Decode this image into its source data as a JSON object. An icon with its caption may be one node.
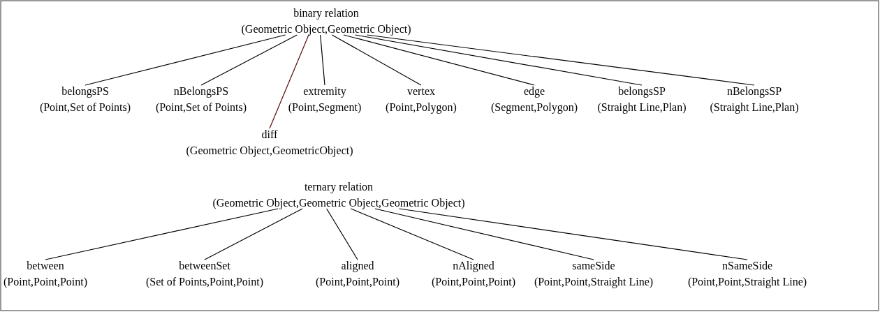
{
  "diagram": {
    "nodes": [
      {
        "text": [
          "binary relation",
          "(Geometric Object,Geometric Object)"
        ]
      },
      {
        "text": [
          "belongsPS",
          "(Point,Set of Points)"
        ]
      },
      {
        "text": [
          "nBelongsPS",
          "(Point,Set of Points)"
        ]
      },
      {
        "text": [
          "extremity",
          "(Point,Segment)"
        ]
      },
      {
        "text": [
          "vertex",
          "(Point,Polygon)"
        ]
      },
      {
        "text": [
          "edge",
          "(Segment,Polygon)"
        ]
      },
      {
        "text": [
          "belongsSP",
          "(Straight Line,Plan)"
        ]
      },
      {
        "text": [
          "nBelongsSP",
          "(Straight Line,Plan)"
        ]
      },
      {
        "text": [
          "diff",
          "(Geometric Object,GeometricObject)"
        ]
      },
      {
        "text": [
          "ternary relation",
          "(Geometric Object,Geometric Object,Geometric Object)"
        ]
      },
      {
        "text": [
          "between",
          "(Point,Point,Point)"
        ]
      },
      {
        "text": [
          "betweenSet",
          "(Set of Points,Point,Point)"
        ]
      },
      {
        "text": [
          "aligned",
          "(Point,Point,Point)"
        ]
      },
      {
        "text": [
          "nAligned",
          "(Point,Point,Point)"
        ]
      },
      {
        "text": [
          "sameSide",
          "(Point,Point,Straight Line)"
        ]
      },
      {
        "text": [
          "nSameSide",
          "(Point,Point,Straight Line)"
        ]
      }
    ],
    "edges": [
      {
        "from": 0,
        "to": 1,
        "arrow": "none"
      },
      {
        "from": 0,
        "to": 2,
        "arrow": "none"
      },
      {
        "from": 0,
        "to": 8,
        "arrow": "none",
        "color": "#5a0a0a"
      },
      {
        "from": 0,
        "to": 3,
        "arrow": "none"
      },
      {
        "from": 0,
        "to": 4,
        "arrow": "none"
      },
      {
        "from": 0,
        "to": 5,
        "arrow": "none"
      },
      {
        "from": 0,
        "to": 6,
        "arrow": "none"
      },
      {
        "from": 0,
        "to": 7,
        "arrow": "none"
      },
      {
        "from": 9,
        "to": 10,
        "arrow": "none"
      },
      {
        "from": 9,
        "to": 11,
        "arrow": "none"
      },
      {
        "from": 9,
        "to": 12,
        "arrow": "none"
      },
      {
        "from": 9,
        "to": 13,
        "arrow": "none"
      },
      {
        "from": 9,
        "to": 14,
        "arrow": "none"
      },
      {
        "from": 9,
        "to": 15,
        "arrow": "none"
      }
    ]
  }
}
